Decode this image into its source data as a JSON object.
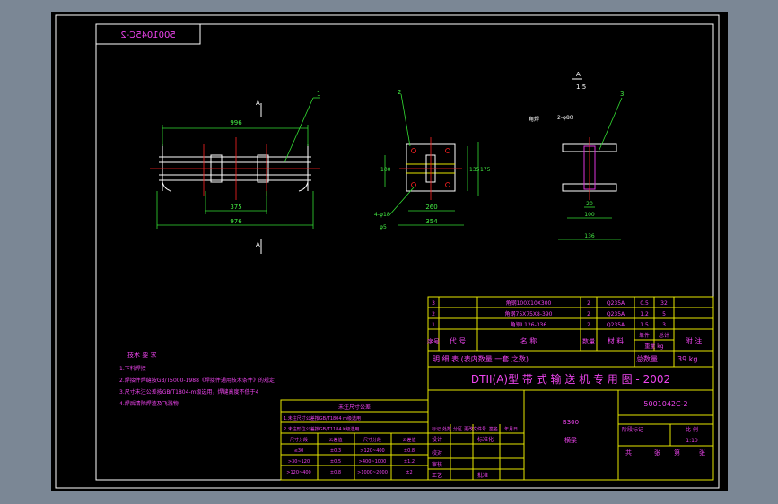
{
  "drawing": {
    "code_mirrored": "5001045C-2",
    "code": "5001042C-2",
    "title": "DTII(A)型  带 式 输 送 机 专 用 图 - 2002",
    "weight_label": "总数量",
    "weight_value": "39 kg",
    "part_name_code": "B300",
    "part_name": "横梁",
    "scale": "1:10",
    "sheets_label": "共",
    "sheet_label": "张",
    "sheet_of_label": "第",
    "stage_label": "阶段标记",
    "ratio_label": "比 例"
  },
  "parts_table": {
    "rows": [
      {
        "no": "3",
        "name": "角钢100X10X300",
        "qty": "2",
        "mat": "Q235A",
        "w1": "0.5",
        "w2": "32"
      },
      {
        "no": "2",
        "name": "角钢75X75X8-390",
        "qty": "2",
        "mat": "Q235A",
        "w1": "1.2",
        "w2": "5"
      },
      {
        "no": "1",
        "name": "角钢L126-336",
        "qty": "2",
        "mat": "Q235A",
        "w1": "1.5",
        "w2": "3"
      }
    ],
    "headers": [
      "序号",
      "代 号",
      "名 称",
      "数量",
      "材 料",
      "单件",
      "总计",
      "附 注"
    ],
    "weight_header": "重量 kg",
    "detail_row": "明  细  表   (表内数量  一套  之数)"
  },
  "notes": {
    "title": "技术 要 求",
    "lines": [
      "1.下料焊接",
      "2.焊接件焊缝按GB/T5000-1988《焊接件通用技术条件》的规定",
      "3.尺寸未注公差按GB/T1804-m级选用，焊缝高度不低于4",
      "4.焊后清除焊渣及飞溅物"
    ]
  },
  "tolerance_table": {
    "title": "未注尺寸公差",
    "line1": "1.未注尺寸公差按GB/T1804 m级选用",
    "line2": "2.未注形位公差按GB/T1184 K级选用",
    "header": [
      "尺寸分段",
      "公差值",
      "尺寸分段",
      "公差值"
    ],
    "rows": [
      [
        "≤30",
        "±0.3",
        ">120~400",
        "±0.8"
      ],
      [
        ">30~120",
        "±0.5",
        ">400~1000",
        "±1.2"
      ],
      [
        ">120~400",
        "±0.8",
        ">1000~2000",
        "±2"
      ]
    ]
  },
  "title_block": {
    "row_labels": [
      "标记",
      "处数",
      "分区",
      "更改文件号",
      "签名",
      "年月日"
    ],
    "roles": [
      "设计",
      "校对",
      "审核",
      "工艺",
      "标准化",
      "批准"
    ]
  },
  "dimensions": {
    "front_top": "996",
    "front_inner": "375",
    "front_bottom": "976",
    "side_width": "260",
    "side_outer": "354",
    "side_height1": "135",
    "side_height2": "175",
    "side_left": "100",
    "side_hole": "4-φ18",
    "side_hole2": "φ5",
    "section_bottom": "136",
    "section_inner": "100",
    "section_center": "20",
    "section_top_label": "1:5",
    "section_A": "A",
    "weld_note": "角焊",
    "weld_size": "2-φ80",
    "leader_1": "1",
    "leader_2": "2",
    "leader_3": "3"
  }
}
